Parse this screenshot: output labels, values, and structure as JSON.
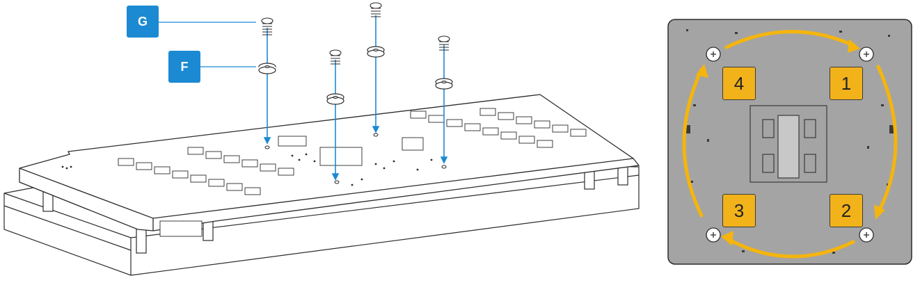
{
  "callouts": [
    {
      "label": "G",
      "color": "#1b8ad3"
    },
    {
      "label": "F",
      "color": "#1b8ad3"
    }
  ],
  "steps": [
    {
      "label": "1"
    },
    {
      "label": "2"
    },
    {
      "label": "3"
    },
    {
      "label": "4"
    }
  ],
  "colors": {
    "accent_blue": "#1b8ad3",
    "arrow_yellow": "#f5b50d",
    "step_fill": "#f2b21a",
    "board_gray": "#a4a4a4",
    "line_dark": "#2b2b2b"
  },
  "icons": [
    "screw-icon",
    "washer-icon",
    "spring-screw-icon",
    "rotation-arrow-icon"
  ]
}
